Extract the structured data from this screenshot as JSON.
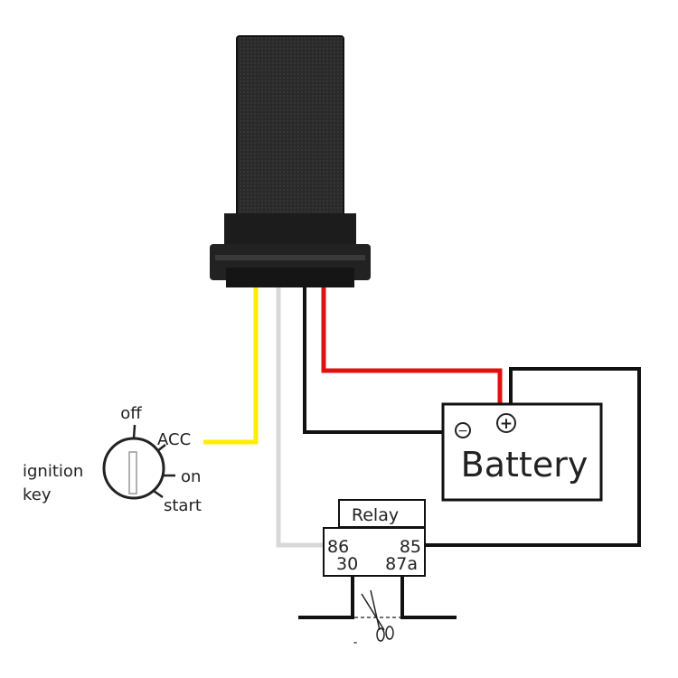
{
  "battery": {
    "label": "Battery",
    "minus": "−",
    "plus": "+"
  },
  "relay": {
    "label": "Relay",
    "pins": {
      "p86": "86",
      "p85": "85",
      "p30": "30",
      "p87a": "87a"
    }
  },
  "ignition": {
    "label_line1": "ignition",
    "label_line2": "key",
    "positions": {
      "off": "off",
      "acc": "ACC",
      "on": "on",
      "start": "start"
    }
  },
  "ground_mark": "-",
  "wire_colors": {
    "acc": "#ffee00",
    "relay_86": "#d8d8d8",
    "ground": "#111111",
    "power": "#e01010",
    "relay_85": "#111111"
  }
}
